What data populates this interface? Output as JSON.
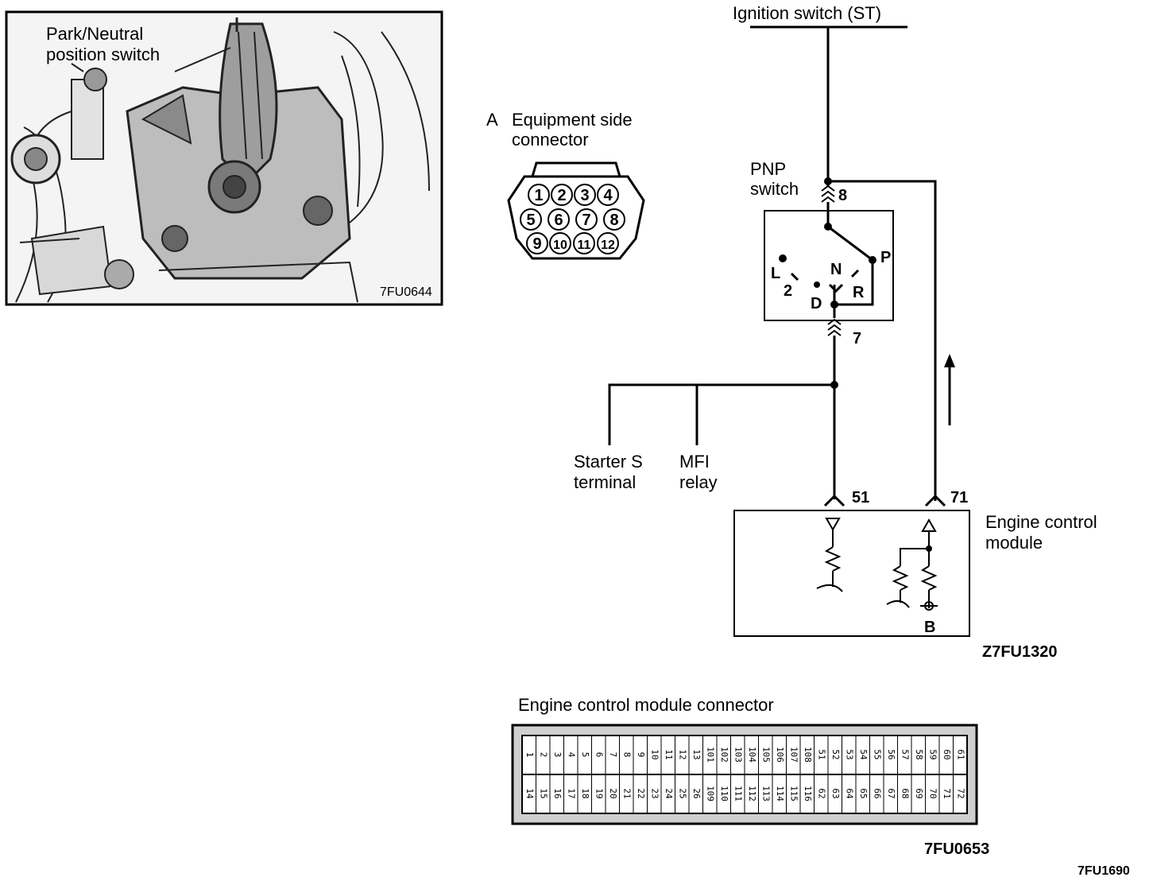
{
  "photo": {
    "title_line1": "Park/Neutral",
    "title_line2": "position switch",
    "code": "7FU0644"
  },
  "connector_a": {
    "letter": "A",
    "title_line1": "Equipment  side",
    "title_line2": "connector",
    "pins_row1": [
      "1",
      "2",
      "3",
      "4"
    ],
    "pins_row2": [
      "5",
      "6",
      "7",
      "8"
    ],
    "pins_row3": [
      "9",
      "10",
      "11",
      "12"
    ]
  },
  "circuit": {
    "ignition": "Ignition switch (ST)",
    "pnp_line1": "PNP",
    "pnp_line2": "switch",
    "pin8": "8",
    "pin7": "7",
    "pos_p": "P",
    "pos_r": "R",
    "pos_n": "N",
    "pos_d": "D",
    "pos_2": "2",
    "pos_l": "L",
    "starter_line1": "Starter S",
    "starter_line2": "terminal",
    "mfi_line1": "MFI",
    "mfi_line2": "relay",
    "pin51": "51",
    "pin71": "71",
    "ecm_line1": "Engine control",
    "ecm_line2": "module",
    "ground_b": "B",
    "code": "Z7FU1320"
  },
  "ecm_connector": {
    "title": "Engine control module connector",
    "top_row": [
      "1",
      "2",
      "3",
      "4",
      "5",
      "6",
      "7",
      "8",
      "9",
      "10",
      "11",
      "12",
      "13",
      "101",
      "102",
      "103",
      "104",
      "105",
      "106",
      "107",
      "108",
      "51",
      "52",
      "53",
      "54",
      "55",
      "56",
      "57",
      "58",
      "59",
      "60",
      "61"
    ],
    "bottom_row": [
      "14",
      "15",
      "16",
      "17",
      "18",
      "19",
      "20",
      "21",
      "22",
      "23",
      "24",
      "25",
      "26",
      "109",
      "110",
      "111",
      "112",
      "113",
      "114",
      "115",
      "116",
      "62",
      "63",
      "64",
      "65",
      "66",
      "67",
      "68",
      "69",
      "70",
      "71",
      "72"
    ],
    "code": "7FU0653"
  },
  "page_code": "7FU1690"
}
